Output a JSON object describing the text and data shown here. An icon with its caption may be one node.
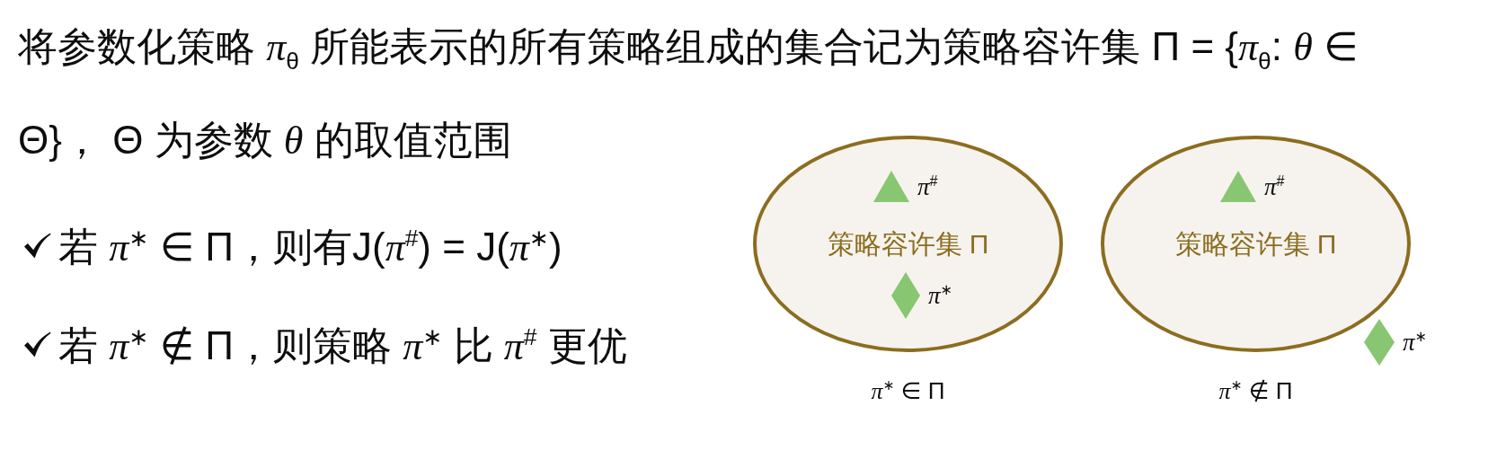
{
  "diagram": {
    "nodes": [
      {
        "text": [
          "策略容许集 Π"
        ],
        "beside": [
          "*π*$^{∗}$ ∈ Π"
        ]
      },
      {
        "text": [],
        "shape": "triangle",
        "in": 0,
        "beside": [
          "*π*$^{#}$"
        ]
      },
      {
        "text": [],
        "shape": "diamond",
        "in": 0,
        "beside": [
          "*π*$^{∗}$"
        ]
      },
      {
        "text": [
          "策略容许集 Π"
        ],
        "beside": [
          "*π*$^{∗}$ ∉ Π"
        ]
      },
      {
        "text": [],
        "shape": "triangle",
        "in": 3,
        "beside": [
          "*π*$^{#}$"
        ]
      },
      {
        "text": [],
        "shape": "diamond",
        "beside": [
          "*π*$^{∗}$"
        ]
      }
    ],
    "labels": [
      "将参数化策略 *π*$_{θ}$ 所能表示的所有策略组成的集合记为策略容许集 Π = {*π*$_{θ}$: *θ* ∈ Θ}， Θ 为参数 *θ* 的取值范围",
      "若 *π*$^{∗}$ ∈ Π，则有J(*π*$^{#}$) = J(*π*$^{∗}$)",
      "若 *π*$^{∗}$ ∉ Π，则策略 *π*$^{∗}$ 比 *π*$^{#}$ 更优"
    ]
  }
}
